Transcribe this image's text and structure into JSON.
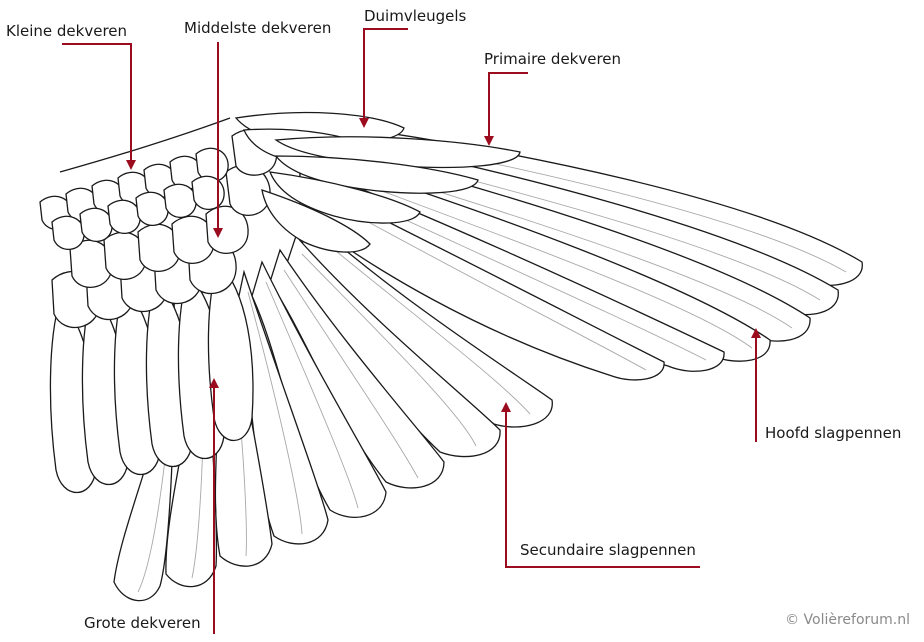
{
  "diagram": {
    "labels": {
      "kleine_dekveren": "Kleine dekveren",
      "middelste_dekveren": "Middelste dekveren",
      "duimvleugels": "Duimvleugels",
      "primaire_dekveren": "Primaire dekveren",
      "hoofd_slagpennen": "Hoofd slagpennen",
      "secundaire_slagpennen": "Secundaire slagpennen",
      "grote_dekveren": "Grote dekveren"
    },
    "copyright": "© Volièreforum.nl",
    "colors": {
      "leader": "#9b0d1e",
      "outline": "#1a1a1a",
      "shaft": "#a8a8a8"
    }
  }
}
